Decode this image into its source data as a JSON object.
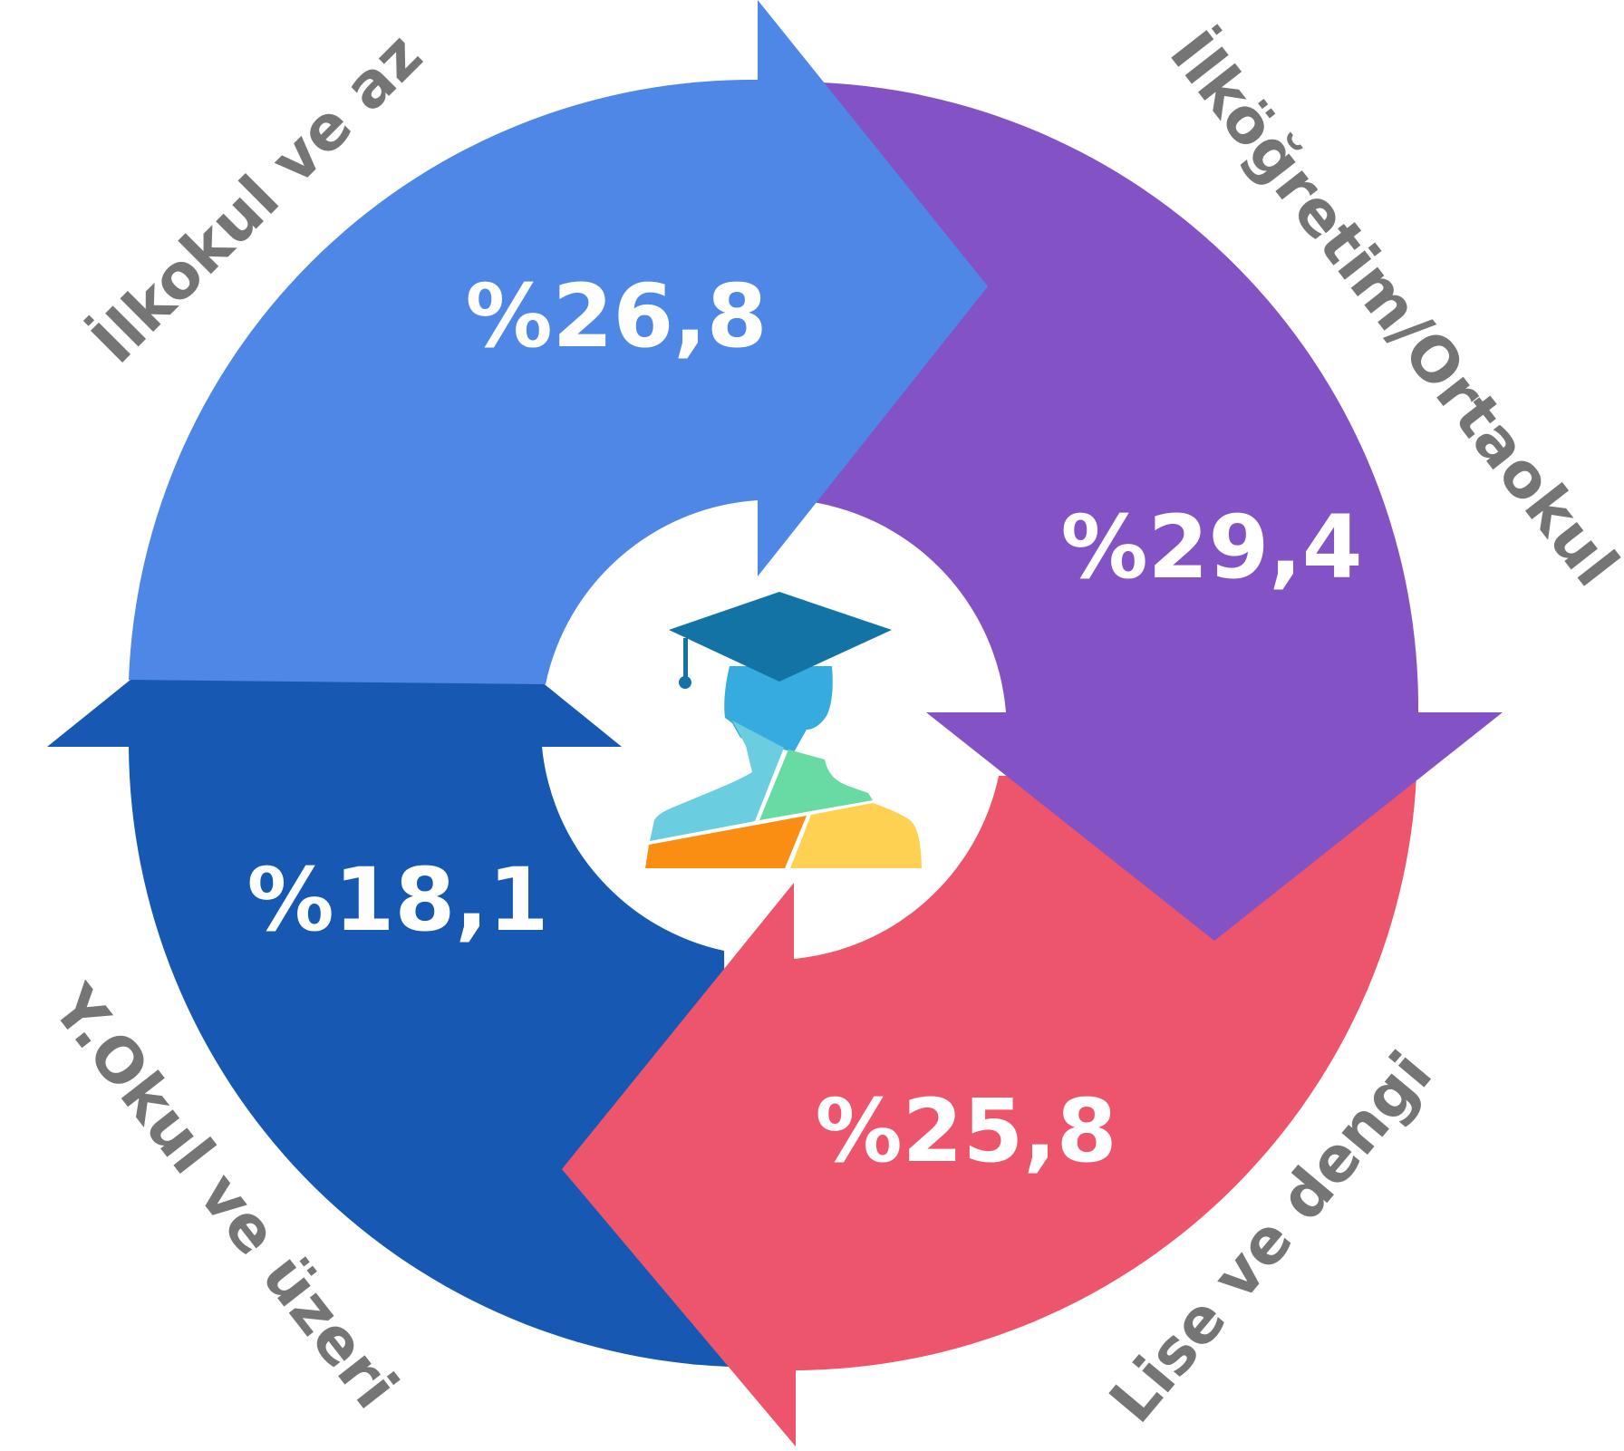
{
  "chart_data": {
    "type": "cycle",
    "segments": [
      {
        "name": "İlkokul ve az",
        "value": 26.8,
        "display": "%26,8",
        "color": "#4f87e6"
      },
      {
        "name": "İlköğretim/Ortaokul",
        "value": 29.4,
        "display": "%29,4",
        "color": "#8352c4"
      },
      {
        "name": "Lise ve dengi",
        "value": 25.8,
        "display": "%25,8",
        "color": "#ed556c"
      },
      {
        "name": "Y.Okul ve üzeri",
        "value": 18.1,
        "display": "%18,1",
        "color": "#1658b2"
      }
    ]
  },
  "icon": {
    "name": "graduate-icon",
    "colors": {
      "cap": "#1273a4",
      "head": "#35abe0",
      "shoulder_left": "#6acde0",
      "shoulder_mid": "#68dba4",
      "body_left": "#fa8e12",
      "body_right": "#ffd153"
    }
  }
}
